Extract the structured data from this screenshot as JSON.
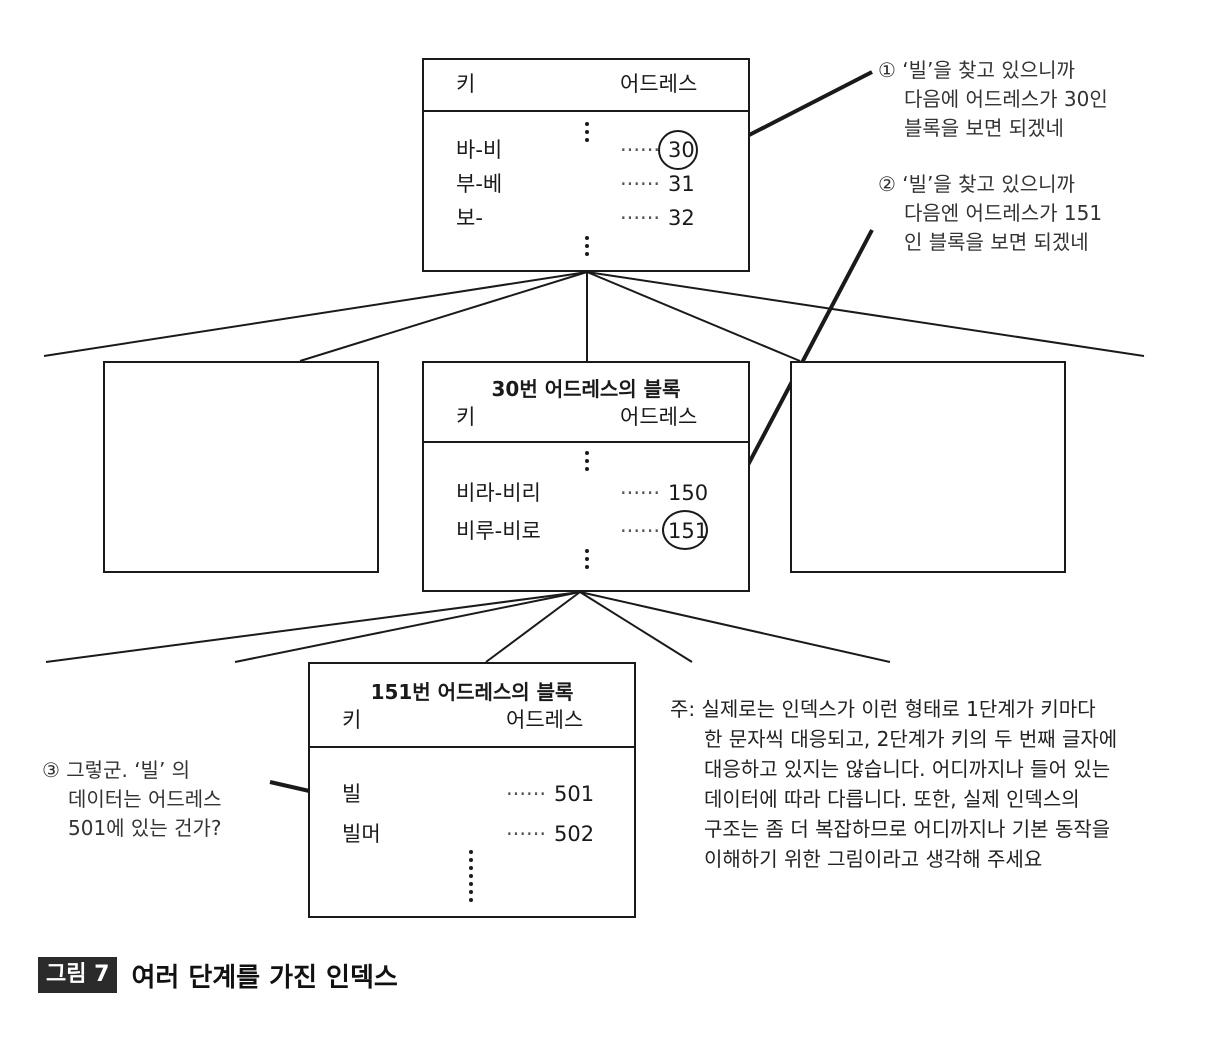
{
  "top_block": {
    "key_header": "키",
    "addr_header": "어드레스",
    "rows": [
      {
        "key": "바-비",
        "addr": "30"
      },
      {
        "key": "부-베",
        "addr": "31"
      },
      {
        "key": "보-",
        "addr": "32"
      }
    ]
  },
  "mid_block": {
    "title": "30번 어드레스의 블록",
    "key_header": "키",
    "addr_header": "어드레스",
    "rows": [
      {
        "key": "비라-비리",
        "addr": "150"
      },
      {
        "key": "비루-비로",
        "addr": "151"
      }
    ]
  },
  "bottom_block": {
    "title": "151번 어드레스의 블록",
    "key_header": "키",
    "addr_header": "어드레스",
    "rows": [
      {
        "key": "빌",
        "addr": "501"
      },
      {
        "key": "빌머",
        "addr": "502"
      }
    ]
  },
  "leader": "······",
  "annotations": {
    "note1": [
      "① ‘빌’을 찾고 있으니까",
      "다음에 어드레스가 30인",
      "블록을 보면 되겠네"
    ],
    "note2": [
      "② ‘빌’을 찾고 있으니까",
      "다음엔 어드레스가 151",
      "인 블록을 보면 되겠네"
    ],
    "note3": [
      "③ 그렇군. ‘빌’ 의",
      "데이터는 어드레스",
      "501에 있는 건가?"
    ]
  },
  "footnote": [
    "주: 실제로는 인덱스가 이런 형태로 1단계가 키마다",
    "한 문자씩 대응되고, 2단계가 키의 두 번째 글자에",
    "대응하고 있지는 않습니다. 어디까지나 들어 있는",
    "데이터에 따라 다릅니다. 또한, 실제 인덱스의",
    "구조는 좀 더 복잡하므로 어디까지나 기본 동작을",
    "이해하기 위한 그림이라고 생각해 주세요"
  ],
  "caption": {
    "label": "그림 7",
    "title": "여러 단계를 가진 인덱스"
  }
}
